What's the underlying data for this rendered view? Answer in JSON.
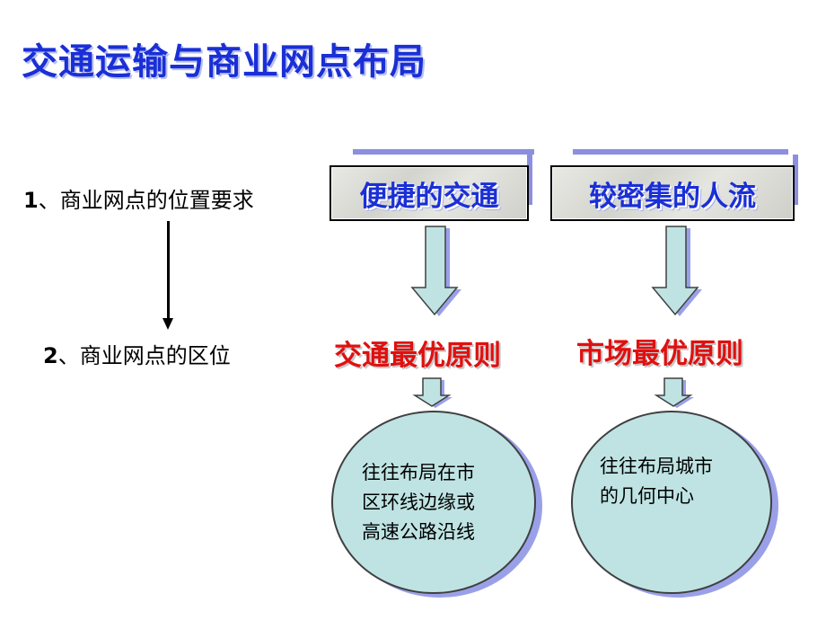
{
  "title": "交通运输与商业网点布局",
  "items": [
    {
      "num": "1",
      "text": "、商业网点的位置要求"
    },
    {
      "num": "2",
      "text": "、商业网点的区位"
    }
  ],
  "boxes": [
    {
      "label": "便捷的交通"
    },
    {
      "label": "较密集的人流"
    }
  ],
  "principles": [
    {
      "label": "交通最优原则"
    },
    {
      "label": "市场最优原则"
    }
  ],
  "circles": [
    {
      "lines": [
        "往往布局在市",
        "区环线边缘或",
        "高速公路沿线"
      ]
    },
    {
      "lines": [
        "往往布局城市",
        "的几何中心"
      ]
    }
  ],
  "colors": {
    "title": "#1a2fd6",
    "principle": "#e01010",
    "circle_fill": "#bfe3e3",
    "arrow_fill": "#bfe3e3",
    "shadow": "#9aa0e8"
  }
}
